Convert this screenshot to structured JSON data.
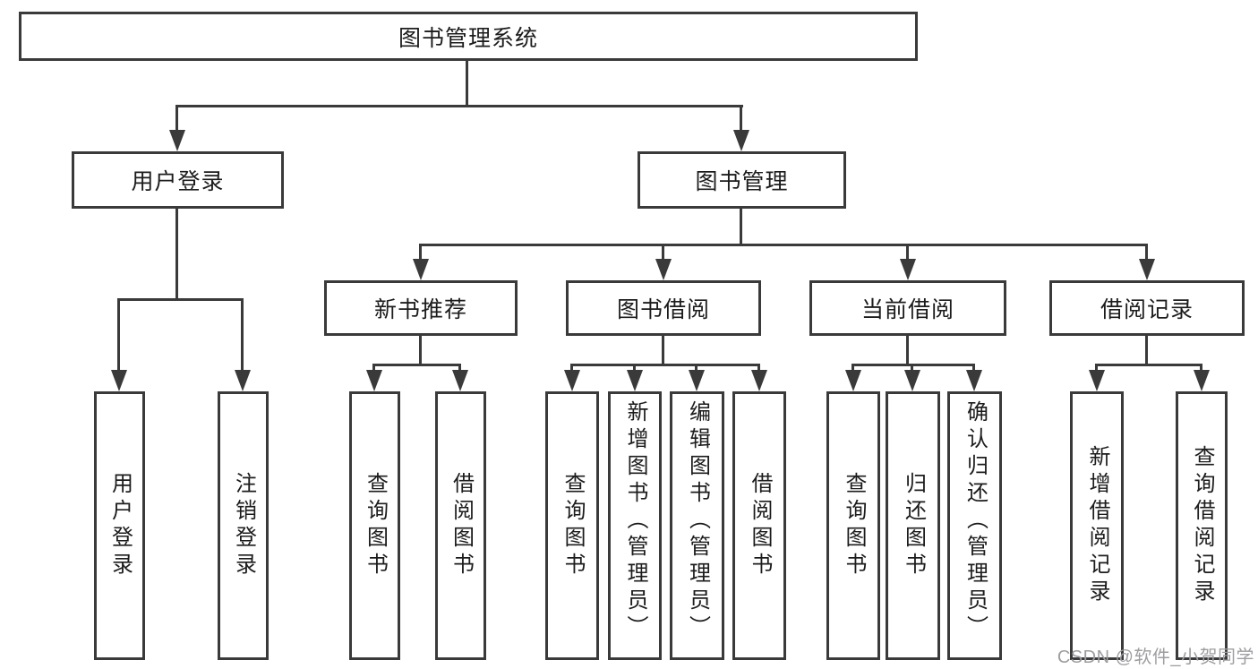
{
  "root": {
    "label": "图书管理系统"
  },
  "level2": [
    {
      "label": "用户登录"
    },
    {
      "label": "图书管理"
    }
  ],
  "level3": [
    {
      "label": "新书推荐"
    },
    {
      "label": "图书借阅"
    },
    {
      "label": "当前借阅"
    },
    {
      "label": "借阅记录"
    }
  ],
  "leaves": {
    "user_login": [
      {
        "label": "用户登录"
      },
      {
        "label": "注销登录"
      }
    ],
    "new_book_rec": [
      {
        "label": "查询图书"
      },
      {
        "label": "借阅图书"
      }
    ],
    "book_borrow": [
      {
        "label": "查询图书"
      },
      {
        "label": "新增图书（管理员）"
      },
      {
        "label": "编辑图书（管理员）"
      },
      {
        "label": "借阅图书"
      }
    ],
    "current_borrow": [
      {
        "label": "查询图书"
      },
      {
        "label": "归还图书"
      },
      {
        "label": "确认归还（管理员）"
      }
    ],
    "borrow_records": [
      {
        "label": "新增借阅记录"
      },
      {
        "label": "查询借阅记录"
      }
    ]
  },
  "watermark": {
    "text": "CSDN @软件_小贺同学"
  },
  "colors": {
    "line": "#3a3a3a",
    "text": "#1c1c1c",
    "box_fill": "#ffffff",
    "watermark": "#9e9ea2",
    "background": "#ffffff"
  }
}
